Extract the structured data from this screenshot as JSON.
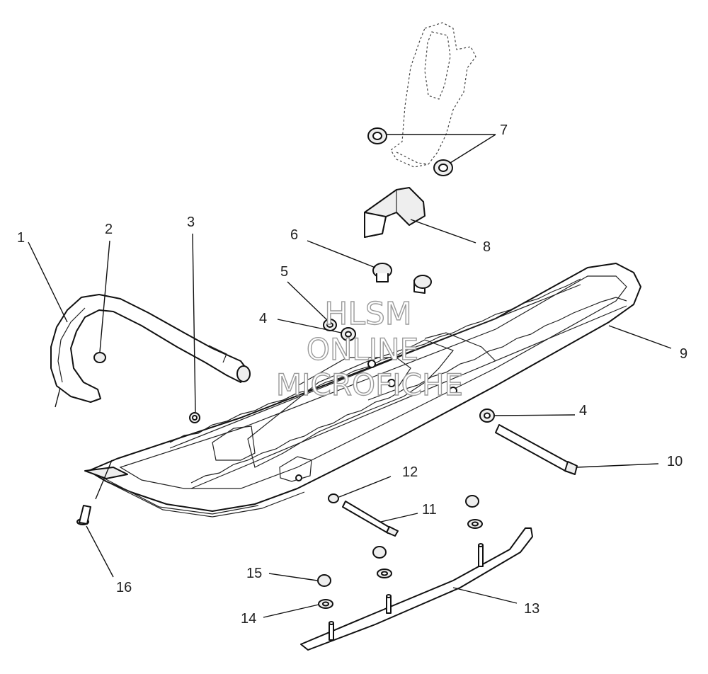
{
  "callouts": [
    {
      "id": "1",
      "label": "1"
    },
    {
      "id": "2",
      "label": "2"
    },
    {
      "id": "3",
      "label": "3"
    },
    {
      "id": "4a",
      "label": "4"
    },
    {
      "id": "4b",
      "label": "4"
    },
    {
      "id": "5",
      "label": "5"
    },
    {
      "id": "6",
      "label": "6"
    },
    {
      "id": "7",
      "label": "7"
    },
    {
      "id": "8",
      "label": "8"
    },
    {
      "id": "9",
      "label": "9"
    },
    {
      "id": "10",
      "label": "10"
    },
    {
      "id": "11",
      "label": "11"
    },
    {
      "id": "12",
      "label": "12"
    },
    {
      "id": "13",
      "label": "13"
    },
    {
      "id": "14",
      "label": "14"
    },
    {
      "id": "15",
      "label": "15"
    },
    {
      "id": "16",
      "label": "16"
    }
  ],
  "watermark": {
    "line1": "HLSM",
    "line2": "ONLINE",
    "line3": "MICROFICHE"
  }
}
